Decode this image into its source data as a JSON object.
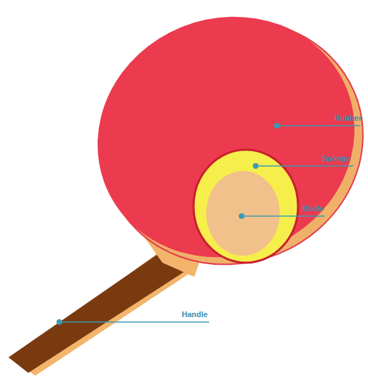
{
  "diagram": {
    "labels": [
      "Rubber",
      "Sponge",
      "Blade",
      "Handle"
    ]
  }
}
